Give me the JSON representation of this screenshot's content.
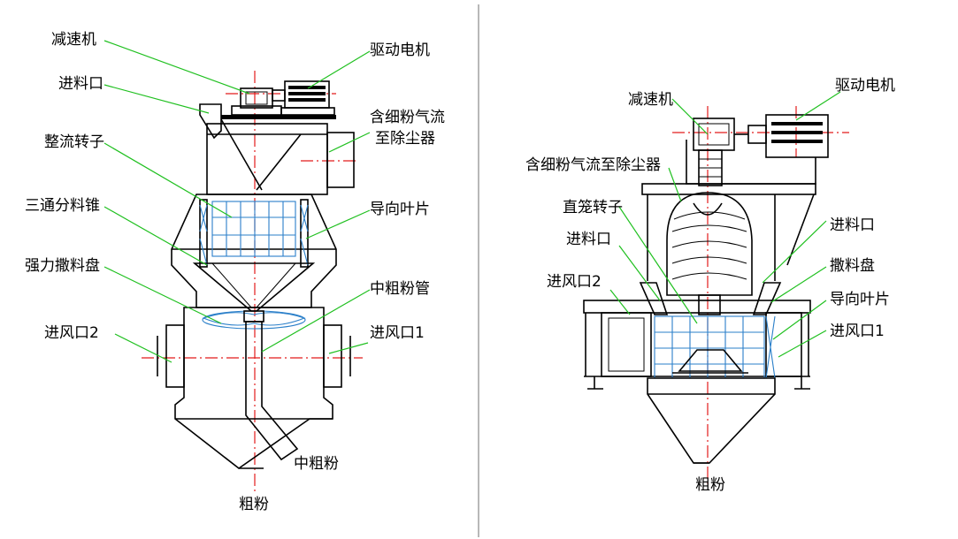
{
  "colors": {
    "outline": "#000000",
    "center_line": "#e21b1b",
    "leader": "#20c020",
    "internal": "#2a7fc9"
  },
  "left": {
    "labels": {
      "reducer": "减速机",
      "motor": "驱动电机",
      "feed_inlet": "进料口",
      "fine_powder_outlet_line1": "含细粉气流",
      "fine_powder_outlet_line2": "至除尘器",
      "flow_rotor": "整流转子",
      "guide_vanes": "导向叶片",
      "three_way_cone": "三通分料锥",
      "medium_coarse_pipe": "中粗粉管",
      "scatter_disc": "强力撒料盘",
      "air_inlet_2": "进风口2",
      "air_inlet_1": "进风口1",
      "medium_coarse": "中粗粉",
      "coarse": "粗粉"
    }
  },
  "right": {
    "labels": {
      "reducer": "减速机",
      "motor": "驱动电机",
      "fine_powder_outlet": "含细粉气流至除尘器",
      "cage_rotor": "直笼转子",
      "feed_inlet_left": "进料口",
      "feed_inlet_right": "进料口",
      "scatter_disc": "撒料盘",
      "air_inlet_2": "进风口2",
      "guide_vanes": "导向叶片",
      "air_inlet_1": "进风口1",
      "coarse": "粗粉"
    }
  }
}
